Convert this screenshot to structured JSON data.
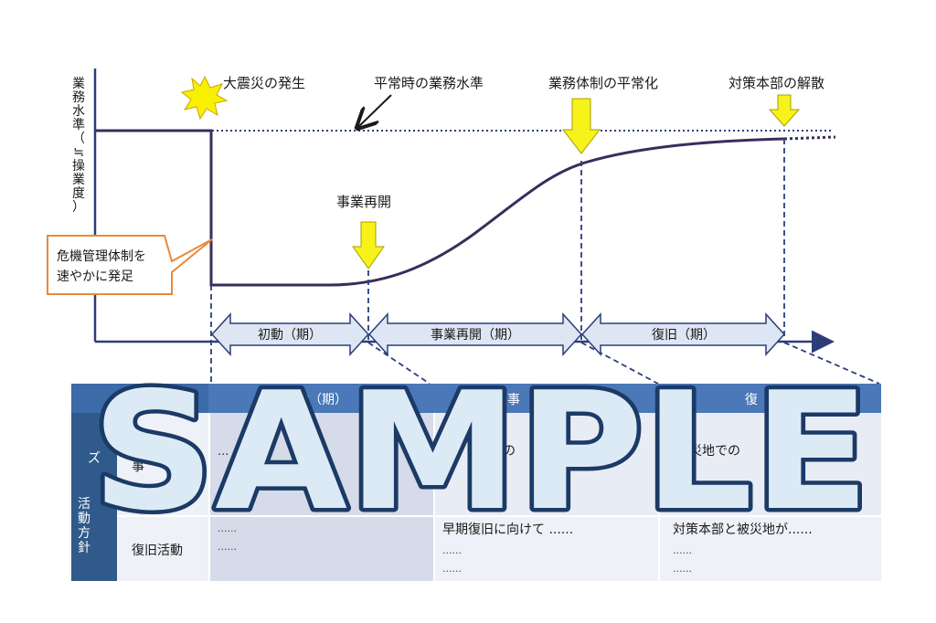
{
  "y_axis_label": [
    "業",
    "務",
    "水",
    "準",
    "（",
    "≒",
    "操",
    "業",
    "度",
    "）"
  ],
  "events": {
    "disaster": "大震災の発生",
    "normal_level": "平常時の業務水準",
    "normalization": "業務体制の平常化",
    "dissolution": "対策本部の解散",
    "restart": "事業再開"
  },
  "callout": {
    "line1": "危機管理体制を",
    "line2": "速やかに発足"
  },
  "phases": [
    {
      "label": "初動（期）"
    },
    {
      "label": "事業再開（期）"
    },
    {
      "label": "復旧（期）"
    }
  ],
  "table": {
    "header_fragments": [
      "初動（期）",
      "事",
      "復"
    ],
    "side_label": [
      "活",
      "動",
      "方",
      "針"
    ],
    "side_fragment": "ズ",
    "rows": [
      {
        "label": "事",
        "cells": [
          {
            "lines": [
              "..."
            ]
          },
          {
            "lines": [
              "部の"
            ]
          },
          {
            "lines": [
              "被災地での",
              "..."
            ]
          }
        ]
      },
      {
        "label": "復旧活動",
        "cells": [
          {
            "lines": [
              "......",
              "......"
            ]
          },
          {
            "lines": [
              "早期復旧に向けて ......",
              "......",
              "......"
            ]
          },
          {
            "lines": [
              "対策本部と被災地が......",
              "......",
              "......"
            ]
          }
        ]
      }
    ]
  },
  "watermark": "SAMPLE",
  "colors": {
    "curve": "#3a2d5c",
    "axis": "#2c3e7a",
    "marker_arrow": "#f6f21a",
    "callout_border": "#e88a3c",
    "phase_fill": "#dde6f2",
    "table_header": "#4a78b8",
    "table_side": "#2f5a8a",
    "watermark_fill": "#dbeaf5",
    "watermark_stroke": "#1c3a66"
  }
}
